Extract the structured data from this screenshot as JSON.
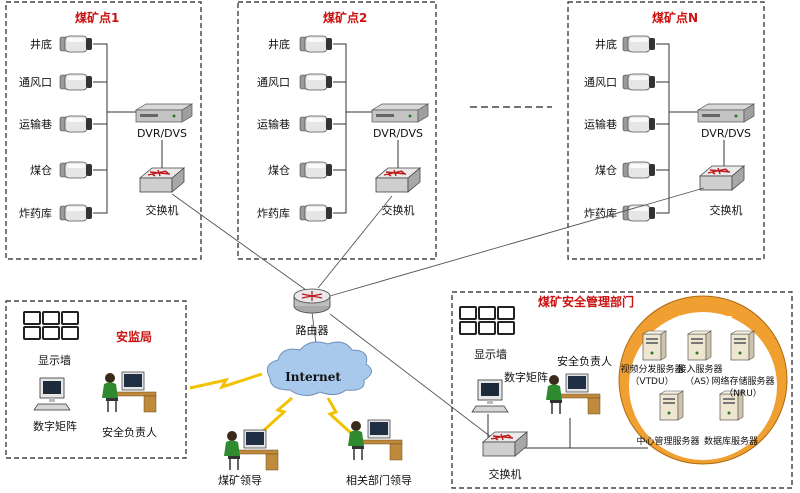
{
  "mine_sites": [
    {
      "title": "煤矿点1",
      "cameras": [
        "井底",
        "通风口",
        "运输巷",
        "煤仓",
        "炸药库"
      ],
      "dvr_label": "DVR/DVS",
      "switch_label": "交换机"
    },
    {
      "title": "煤矿点2",
      "cameras": [
        "井底",
        "通风口",
        "运输巷",
        "煤仓",
        "炸药库"
      ],
      "dvr_label": "DVR/DVS",
      "switch_label": "交换机"
    },
    {
      "title": "煤矿点N",
      "cameras": [
        "井底",
        "通风口",
        "运输巷",
        "煤仓",
        "炸药库"
      ],
      "dvr_label": "DVR/DVS",
      "switch_label": "交换机"
    }
  ],
  "router_label": "路由器",
  "internet_label": "Internet",
  "safety_bureau": {
    "title": "安监局",
    "display_wall": "显示墙",
    "digital_matrix": "数字矩阵",
    "safety_officer": "安全负责人"
  },
  "coal_leader": "煤矿领导",
  "dept_leader": "相关部门领导",
  "management": {
    "title": "煤矿安全管理部门",
    "display_wall": "显示墙",
    "digital_matrix": "数字矩阵",
    "safety_officer": "安全负责人",
    "switch_label": "交换机",
    "center": {
      "title": "中心服务器",
      "vtdu": "视频分发服务器",
      "vtdu_abbr": "（VTDU）",
      "as": "接入服务器",
      "as_abbr": "（AS）",
      "nru": "网络存储服务器",
      "nru_abbr": "（NRU）",
      "cms": "中心管理服务器",
      "db": "数据库服务器"
    }
  },
  "colors": {
    "title_red": "#cc1111",
    "server_circle": "#f0a030",
    "server_header": "#cc1111",
    "cloud": "#a9c9ec",
    "lightning": "#f2c200"
  }
}
